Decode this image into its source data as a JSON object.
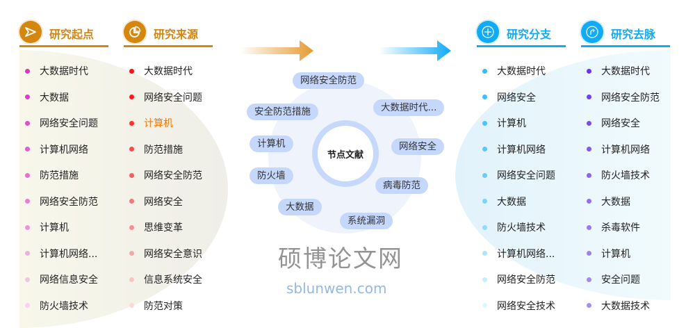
{
  "columns": [
    {
      "title": "研究起点",
      "icon": "send-icon",
      "color": "#d4860f",
      "dots": [
        "#d838c0",
        "#da3fc3",
        "#de4fc8",
        "#e060cc",
        "#e270d0",
        "#e580d4",
        "#e995da",
        "#edaee2",
        "#f0c4e8",
        "#f3d6ee"
      ],
      "items": [
        "大数据时代",
        "大数据",
        "网络安全问题",
        "计算机网络",
        "防范措施",
        "网络安全防范",
        "计算机",
        "计算机网络...",
        "网络信息安全",
        "防火墙技术"
      ]
    },
    {
      "title": "研究来源",
      "icon": "pie-chart-icon",
      "color": "#d4860f",
      "dots": [
        "#ff1010",
        "#ff1a1a",
        "#ff3030",
        "#ff4848",
        "#f86060",
        "#f57878",
        "#f59090",
        "#f6a8a8",
        "#f8c4c4",
        "#fadada"
      ],
      "items": [
        "大数据时代",
        "网络安全问题",
        "计算机",
        "防范措施",
        "网络安全防范",
        "网络安全",
        "思维变革",
        "网络安全意识",
        "信息系统安全",
        "防范对策"
      ],
      "highlight_index": 2,
      "highlight_color": "#f07a10"
    },
    {
      "title": "研究分支",
      "icon": "plus-circle-icon",
      "color": "#11aaf5",
      "dots": [
        "#36bdf8",
        "#40c0f8",
        "#4cc4f8",
        "#5ac8f8",
        "#6acdf8",
        "#7cd3f8",
        "#92dbfa",
        "#aee4fb",
        "#c8edfc",
        "#e0f5fd"
      ],
      "items": [
        "大数据时代",
        "网络安全",
        "计算机",
        "计算机网络",
        "网络安全问题",
        "大数据",
        "防火墙技术",
        "计算机网络...",
        "网络安全防范",
        "网络安全技术"
      ]
    },
    {
      "title": "研究去脉",
      "icon": "redo-circle-icon",
      "color": "#11aaf5",
      "dots": [
        "#6a34f0",
        "#7040f0",
        "#7a4cf0",
        "#8458f0",
        "#8c64f0",
        "#9470f0",
        "#9a78f0",
        "#a080f0",
        "#a488f0",
        "#a88ef0"
      ],
      "items": [
        "大数据时代",
        "网络安全防范",
        "网络安全",
        "计算机网络",
        "防火墙技术",
        "大数据",
        "杀毒软件",
        "计算机",
        "安全问题",
        "大数据技术"
      ]
    }
  ],
  "center": {
    "title": "节点文献",
    "nodes": [
      "网络安全防范",
      "安全防范措施",
      "大数据时代...",
      "计算机",
      "网络安全",
      "防火墙",
      "病毒防范",
      "大数据",
      "系统漏洞"
    ]
  },
  "watermark": {
    "text": "硕博论文网",
    "url": "sblunwen.com"
  }
}
